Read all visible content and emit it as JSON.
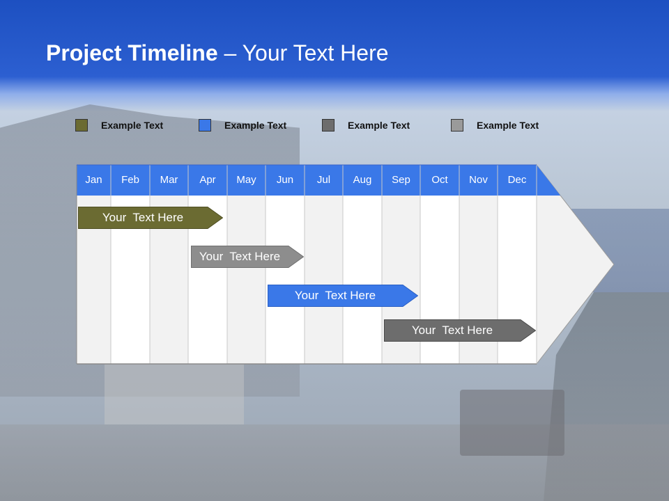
{
  "title": {
    "bold": "Project Timeline",
    "rest": " – Your Text Here"
  },
  "legend": [
    {
      "label": "Example Text",
      "color": "#6b6b32"
    },
    {
      "label": "Example Text",
      "color": "#3a78e8"
    },
    {
      "label": "Example Text",
      "color": "#6d6d6d"
    },
    {
      "label": "Example Text",
      "color": "#9a9a9a"
    }
  ],
  "months": [
    "Jan",
    "Feb",
    "Mar",
    "Apr",
    "May",
    "Jun",
    "Jul",
    "Aug",
    "Sep",
    "Oct",
    "Nov",
    "Dec"
  ],
  "colors": {
    "header": "#3a78e8",
    "column_light": "#f2f2f2",
    "column_white": "#ffffff",
    "grid_line": "#c8c8c8"
  },
  "tasks": [
    {
      "label": "Your  Text Here",
      "color": "#6b6b32",
      "border": "#4e4e22"
    },
    {
      "label": "Your  Text Here",
      "color": "#8d8d8d",
      "border": "#6f6f6f"
    },
    {
      "label": "Your  Text Here",
      "color": "#3a78e8",
      "border": "#2a5fc4"
    },
    {
      "label": "Your  Text Here",
      "color": "#6d6d6d",
      "border": "#4a4a4a"
    }
  ]
}
